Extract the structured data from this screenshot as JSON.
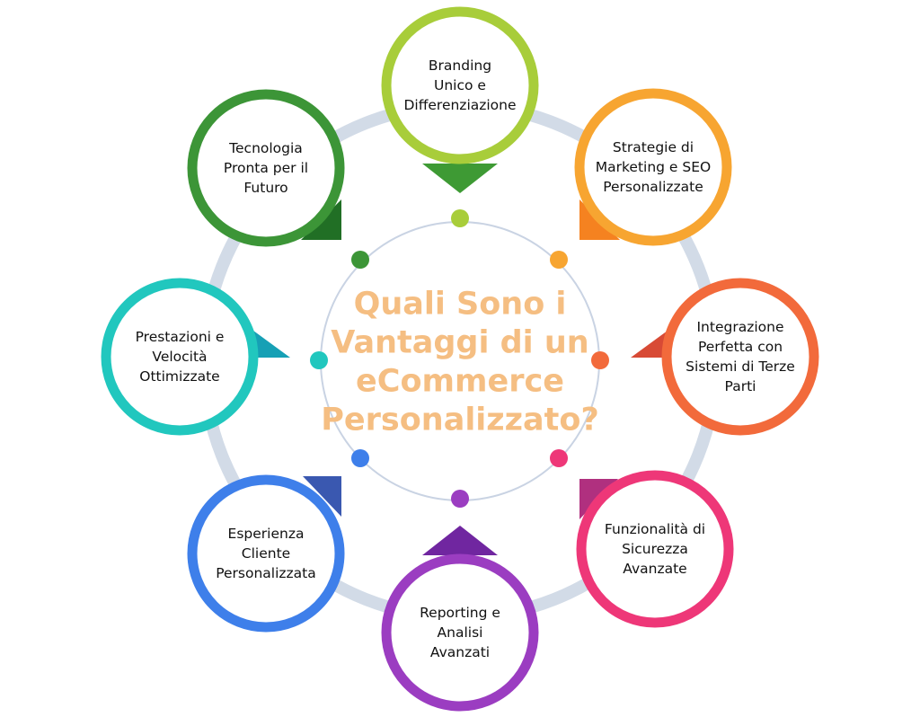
{
  "center": {
    "lines": [
      "Quali Sono i",
      "Vantaggi di un",
      "eCommerce",
      "Personalizzato?"
    ],
    "color": "#F5BE82"
  },
  "ring_color": "#D2DBE7",
  "inner_ring_color": "#C9D3E3",
  "nodes": [
    {
      "id": "branding",
      "lines": [
        "Branding",
        "Unico e",
        "Differenziazione"
      ],
      "color": "#A8CD3A",
      "accent": "#3E9A34"
    },
    {
      "id": "strategie",
      "lines": [
        "Strategie di",
        "Marketing e SEO",
        "Personalizzate"
      ],
      "color": "#F7A531",
      "accent": "#F58220"
    },
    {
      "id": "integrazione",
      "lines": [
        "Integrazione",
        "Perfetta con",
        "Sistemi di Terze",
        "Parti"
      ],
      "color": "#F26A3B",
      "accent": "#D84A35"
    },
    {
      "id": "funzionalita",
      "lines": [
        "Funzionalità di",
        "Sicurezza",
        "Avanzate"
      ],
      "color": "#EE3778",
      "accent": "#B0307F"
    },
    {
      "id": "reporting",
      "lines": [
        "Reporting e",
        "Analisi",
        "Avanzati"
      ],
      "color": "#9B3DC1",
      "accent": "#7026A0"
    },
    {
      "id": "esperienza",
      "lines": [
        "Esperienza",
        "Cliente",
        "Personalizzata"
      ],
      "color": "#3E7FEA",
      "accent": "#3A58B0"
    },
    {
      "id": "prestazioni",
      "lines": [
        "Prestazioni e",
        "Velocità",
        "Ottimizzate"
      ],
      "color": "#21C7BE",
      "accent": "#16A0B5"
    },
    {
      "id": "tecnologia",
      "lines": [
        "Tecnologia",
        "Pronta per il",
        "Futuro"
      ],
      "color": "#3C9537",
      "accent": "#216F25"
    }
  ]
}
